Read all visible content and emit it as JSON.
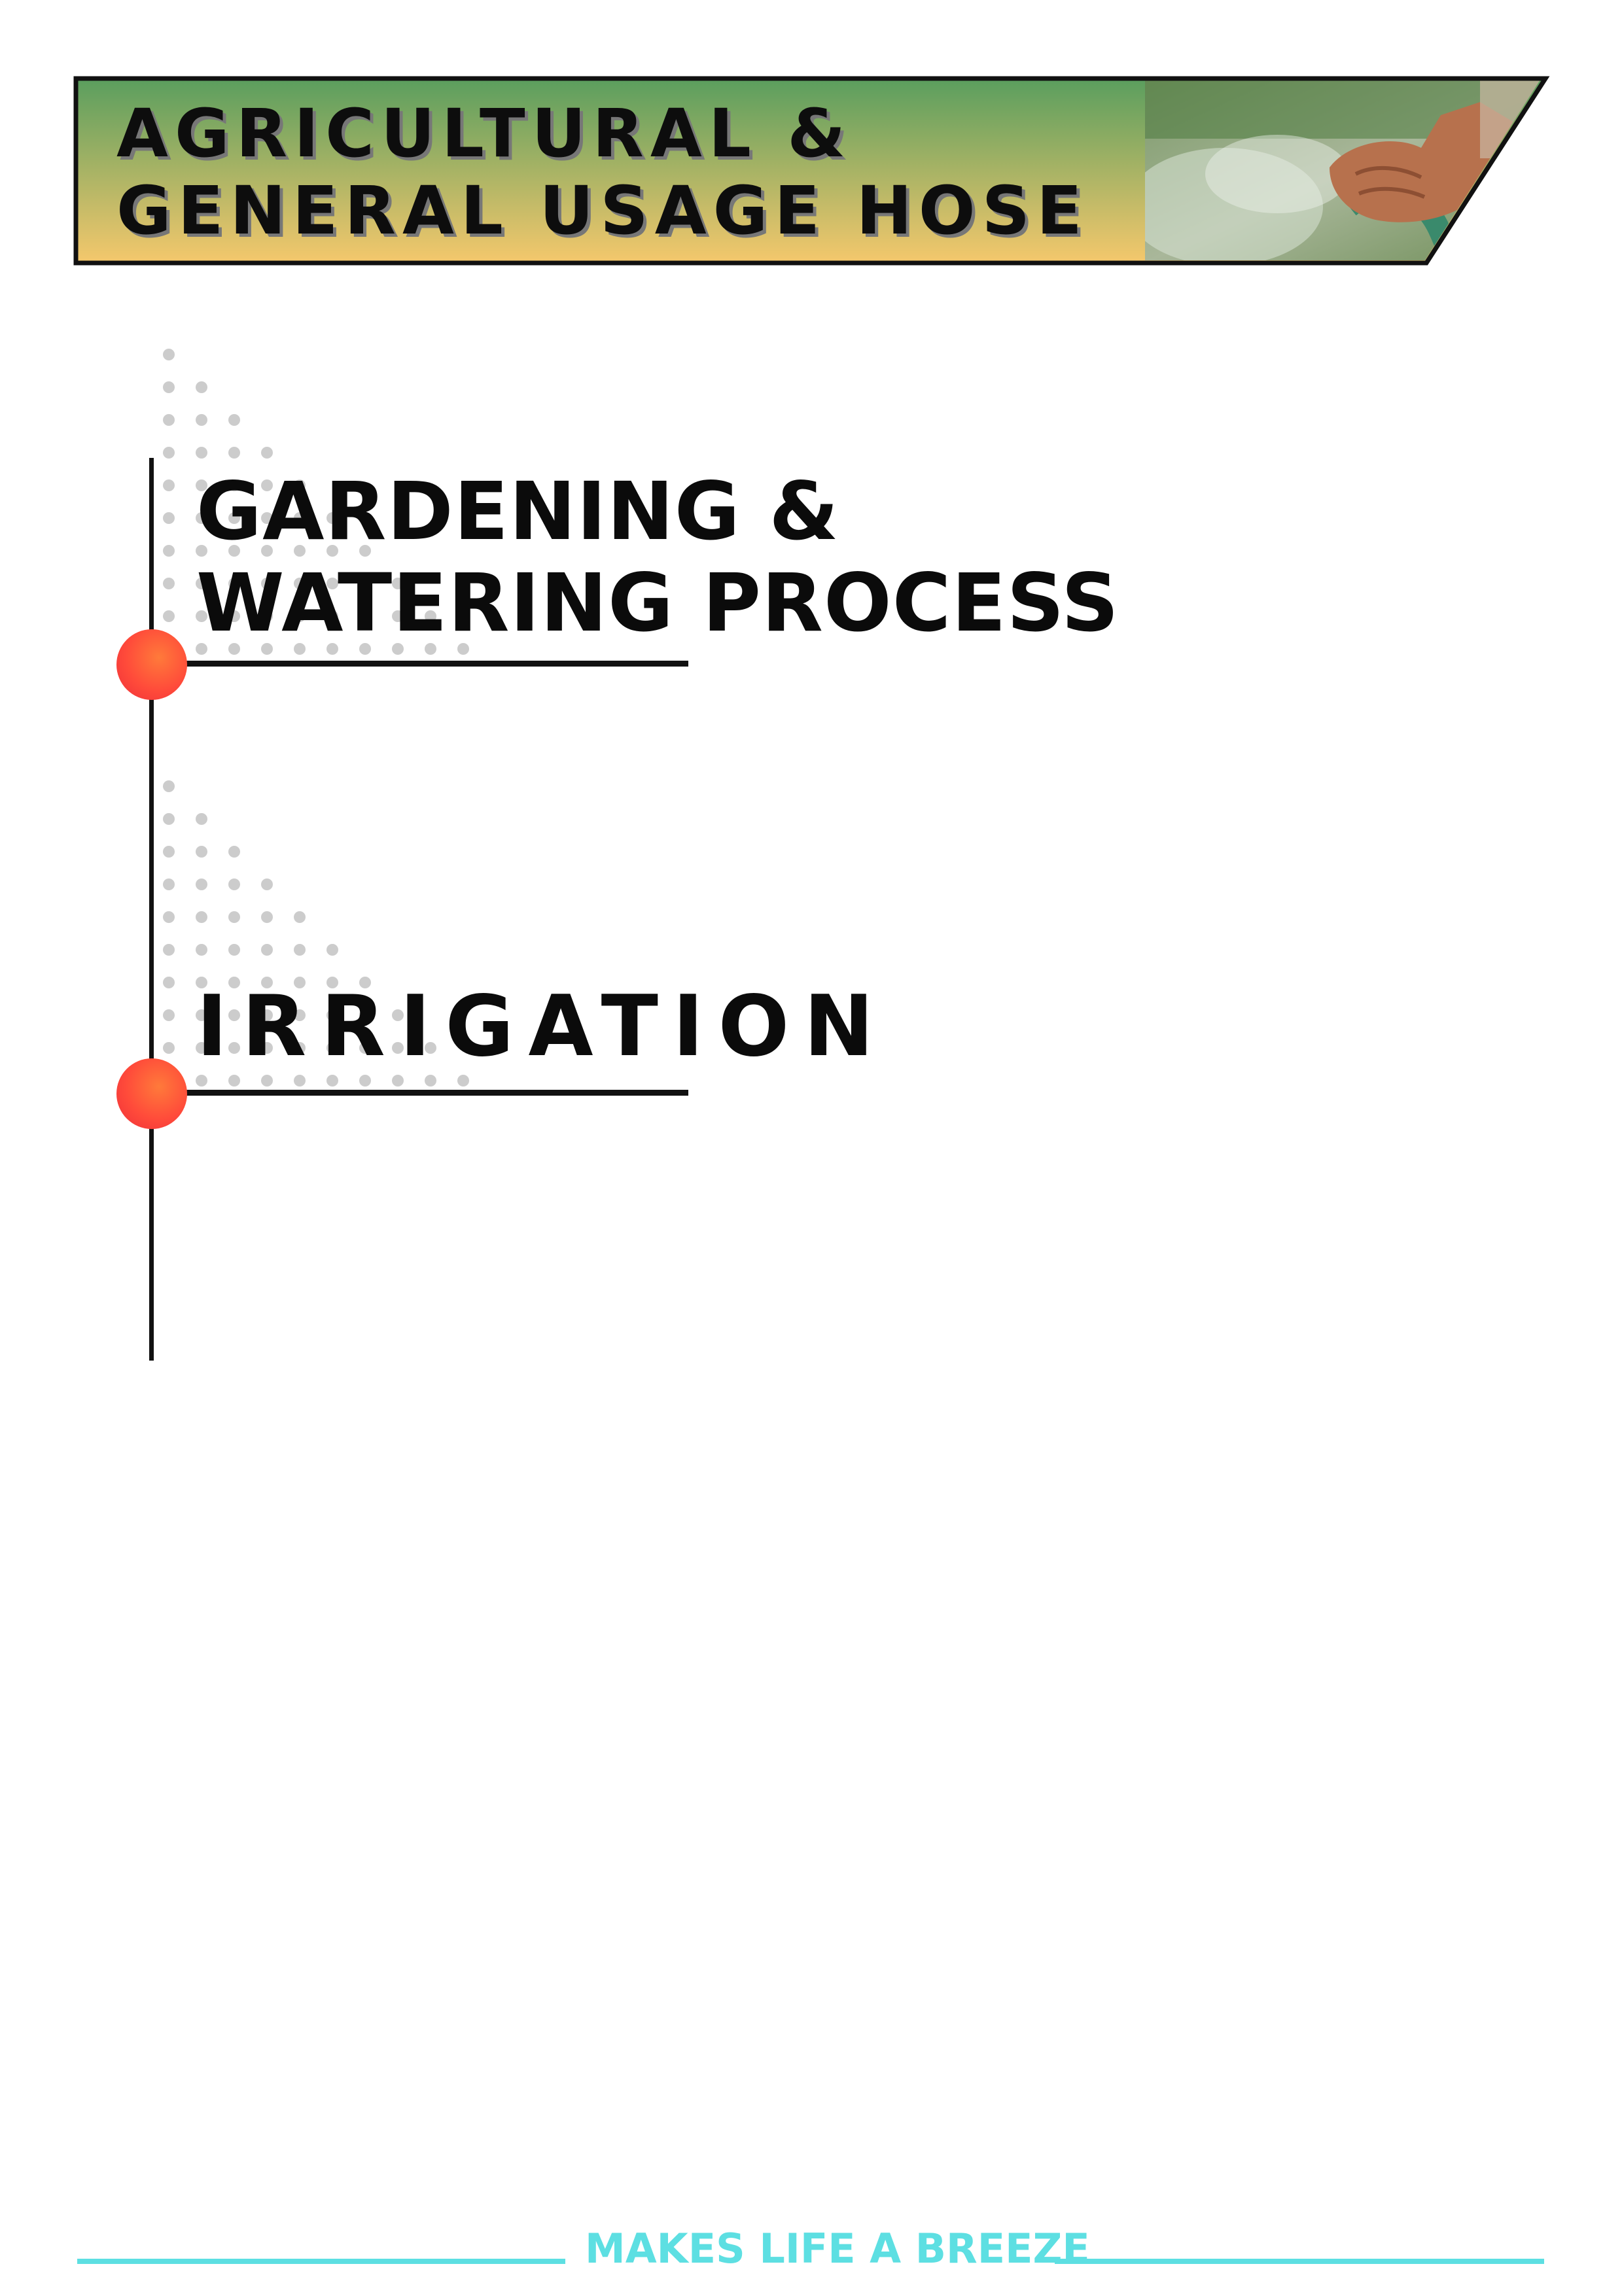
{
  "header": {
    "title_line1": "AGRICULTURAL &",
    "title_line2": "GENERAL USAGE HOSE",
    "photo": "hand-holding-garden-hose-spraying-water",
    "gradient_top": "#5a9e5e",
    "gradient_bottom": "#f5c86c"
  },
  "sections": [
    {
      "title_line1": "GARDENING &",
      "title_line2": "WATERING PROCESS"
    },
    {
      "title": "IRRIGATION"
    }
  ],
  "accent_color": "#ff4b3a",
  "footer": {
    "tagline": "MAKES LIFE A BREEZE",
    "color": "#5ddfe2"
  }
}
